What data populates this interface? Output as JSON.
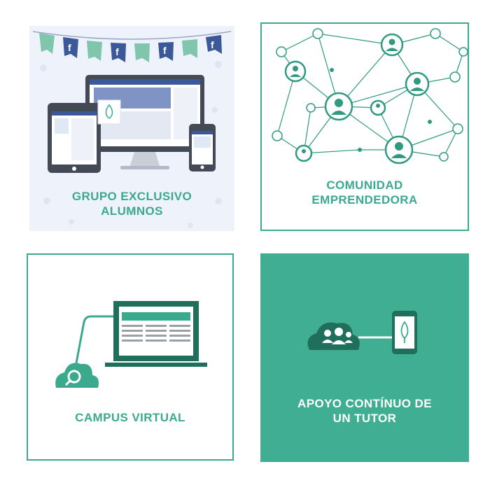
{
  "cards": [
    {
      "id": "grupo",
      "lines": [
        "GRUPO EXCLUSIVO",
        "ALUMNOS"
      ],
      "illustration": "facebook-devices-illustration"
    },
    {
      "id": "comunidad",
      "lines": [
        "COMUNIDAD",
        "EMPRENDEDORA"
      ],
      "illustration": "network-people-illustration"
    },
    {
      "id": "campus",
      "lines": [
        "CAMPUS VIRTUAL"
      ],
      "illustration": "laptop-cloud-search-illustration"
    },
    {
      "id": "apoyo",
      "lines": [
        "APOYO CONTÍNUO DE",
        "UN TUTOR"
      ],
      "illustration": "cloud-phone-illustration"
    }
  ],
  "colors": {
    "accent": "#3aa98e",
    "accent_bg": "#3fae92",
    "dark": "#1f6f5c",
    "facebook": "#3b5998",
    "light_bg": "#eef2fa"
  }
}
